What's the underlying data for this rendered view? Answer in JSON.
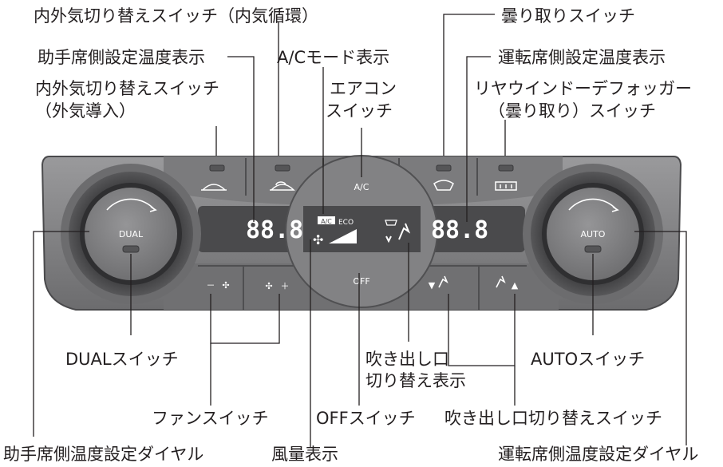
{
  "labels": {
    "recirc_switch": "内外気切り替えスイッチ（内気循環）",
    "defog_switch": "曇り取りスイッチ",
    "passenger_temp_display": "助手席側設定温度表示",
    "ac_mode_display": "A/Cモード表示",
    "driver_temp_display": "運転席側設定温度表示",
    "fresh_switch_line1": "内外気切り替えスイッチ",
    "fresh_switch_line2": "（外気導入）",
    "aircon_switch_line1": "エアコン",
    "aircon_switch_line2": "スイッチ",
    "rear_defogger_line1": "リヤウインドーデフォッガー",
    "rear_defogger_line2": "（曇り取り）スイッチ",
    "dual_switch": "DUALスイッチ",
    "outlet_display_line1": "吹き出し口",
    "outlet_display_line2": "切り替え表示",
    "auto_switch": "AUTOスイッチ",
    "fan_switch": "ファンスイッチ",
    "off_switch": "OFFスイッチ",
    "outlet_switch": "吹き出し口切り替えスイッチ",
    "passenger_dial": "助手席側温度設定ダイヤル",
    "fan_level_display": "風量表示",
    "driver_dial": "運転席側温度設定ダイヤル"
  },
  "panel": {
    "dual_label": "DUAL",
    "auto_label": "AUTO",
    "ac_label": "A/C",
    "off_label": "OFF",
    "passenger_temp": "88.8",
    "driver_temp": "88.8",
    "lcd_ac_badge": "A/C",
    "lcd_eco": "ECO",
    "fan_down_symbol": "－",
    "fan_up_symbol": "＋",
    "outlet_left_arrow": "▼",
    "outlet_right_arrow": "▲"
  },
  "colors": {
    "panel_dark": "#5d5d5f",
    "panel_mid": "#8a8a8c",
    "button_face": "#6e6e70",
    "knob": "#7a7a7c",
    "lcd_bg": "#474748",
    "line": "#231f20"
  }
}
